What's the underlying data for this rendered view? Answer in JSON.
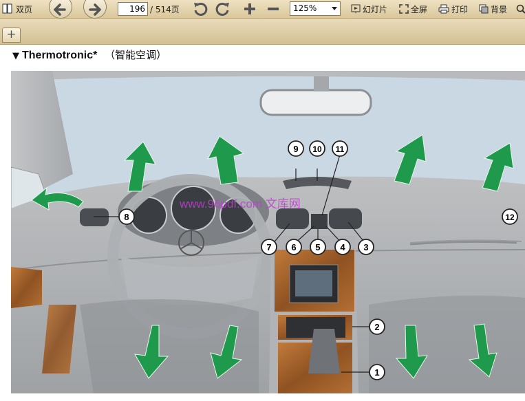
{
  "toolbar": {
    "dual_page_label": "双页",
    "page_current": "196",
    "page_total": "/ 514页",
    "zoom": "125%",
    "slideshow_label": "幻灯片",
    "fullscreen_label": "全屏",
    "print_label": "打印",
    "background_label": "背景"
  },
  "tabstrip": {
    "add_tab": "+"
  },
  "document": {
    "heading_marker": "▼",
    "heading_title": "Thermotronic*",
    "heading_subtitle": "（智能空调）",
    "watermark": "www.96pdf.com 文库网",
    "callouts": [
      "1",
      "2",
      "3",
      "4",
      "5",
      "6",
      "7",
      "8",
      "9",
      "10",
      "11",
      "12"
    ],
    "colors": {
      "arrow": "#1f9a4d",
      "sky": "#c9d8e2",
      "wood": "#a8672f"
    }
  }
}
